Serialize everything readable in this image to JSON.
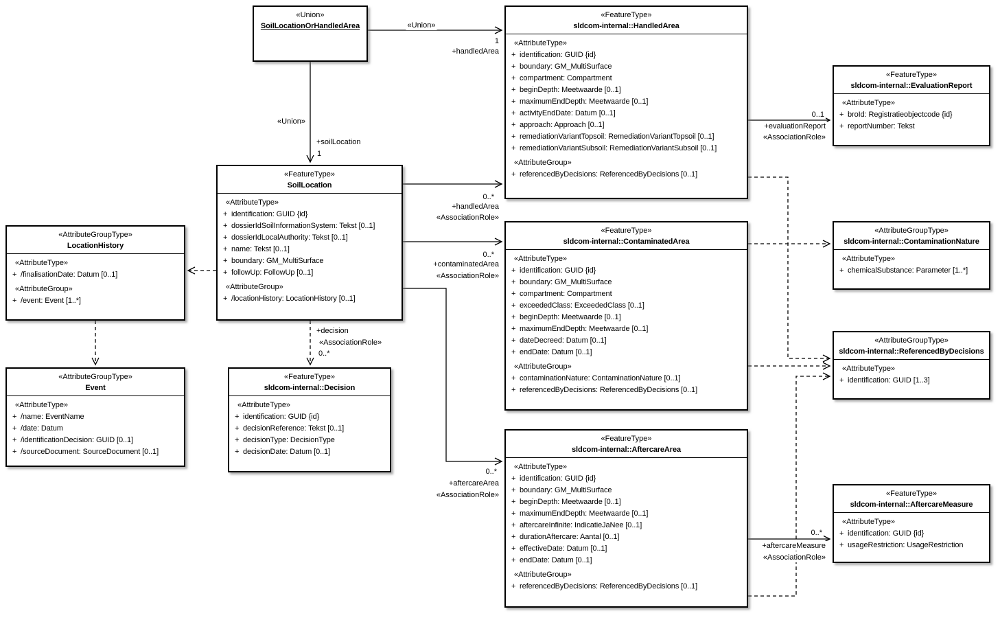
{
  "diagram": {
    "visibility_prefix": "+",
    "classes": [
      {
        "id": "soil-location-or-handled-area",
        "stereotype": "«Union»",
        "name": "SoilLocationOrHandledArea",
        "underline": true,
        "sections": []
      },
      {
        "id": "handled-area",
        "stereotype": "«FeatureType»",
        "name": "sldcom-internal::HandledArea",
        "sections": [
          {
            "header": "«AttributeType»",
            "rows": [
              "identification: GUID {id}",
              "boundary: GM_MultiSurface",
              "compartment: Compartment",
              "beginDepth: Meetwaarde [0..1]",
              "maximumEndDepth: Meetwaarde [0..1]",
              "activityEndDate: Datum [0..1]",
              "approach: Approach [0..1]",
              "remediationVariantTopsoil: RemediationVariantTopsoil [0..1]",
              "remediationVariantSubsoil: RemediationVariantSubsoil [0..1]"
            ]
          },
          {
            "header": "«AttributeGroup»",
            "rows": [
              "referencedByDecisions: ReferencedByDecisions [0..1]"
            ]
          }
        ]
      },
      {
        "id": "evaluation-report",
        "stereotype": "«FeatureType»",
        "name": "sldcom-internal::EvaluationReport",
        "sections": [
          {
            "header": "«AttributeType»",
            "rows": [
              "broId: Registratieobjectcode {id}",
              "reportNumber: Tekst"
            ]
          }
        ]
      },
      {
        "id": "soil-location",
        "stereotype": "«FeatureType»",
        "name": "SoilLocation",
        "sections": [
          {
            "header": "«AttributeType»",
            "rows": [
              "identification: GUID {id}",
              "dossierIdSoilInformationSystem: Tekst [0..1]",
              "dossierIdLocalAuthority: Tekst [0..1]",
              "name: Tekst [0..1]",
              "boundary: GM_MultiSurface",
              "followUp: FollowUp [0..1]"
            ]
          },
          {
            "header": "«AttributeGroup»",
            "rows": [
              "/locationHistory: LocationHistory [0..1]"
            ]
          }
        ]
      },
      {
        "id": "location-history",
        "stereotype": "«AttributeGroupType»",
        "name": "LocationHistory",
        "sections": [
          {
            "header": "«AttributeType»",
            "rows": [
              "/finalisationDate: Datum [0..1]"
            ]
          },
          {
            "header": "«AttributeGroup»",
            "rows": [
              "/event: Event [1..*]"
            ]
          }
        ]
      },
      {
        "id": "event",
        "stereotype": "«AttributeGroupType»",
        "name": "Event",
        "sections": [
          {
            "header": "«AttributeType»",
            "rows": [
              "/name: EventName",
              "/date: Datum",
              "/identificationDecision: GUID [0..1]",
              "/sourceDocument: SourceDocument [0..1]"
            ]
          }
        ]
      },
      {
        "id": "decision",
        "stereotype": "«FeatureType»",
        "name": "sldcom-internal::Decision",
        "sections": [
          {
            "header": "«AttributeType»",
            "rows": [
              "identification: GUID {id}",
              "decisionReference: Tekst [0..1]",
              "decisionType: DecisionType",
              "decisionDate: Datum [0..1]"
            ]
          }
        ]
      },
      {
        "id": "contaminated-area",
        "stereotype": "«FeatureType»",
        "name": "sldcom-internal::ContaminatedArea",
        "sections": [
          {
            "header": "«AttributeType»",
            "rows": [
              "identification: GUID {id}",
              "boundary: GM_MultiSurface",
              "compartment: Compartment",
              "exceededClass: ExceededClass [0..1]",
              "beginDepth: Meetwaarde [0..1]",
              "maximumEndDepth: Meetwaarde [0..1]",
              "dateDecreed: Datum [0..1]",
              "endDate: Datum [0..1]"
            ]
          },
          {
            "header": "«AttributeGroup»",
            "rows": [
              "contaminationNature: ContaminationNature [0..1]",
              "referencedByDecisions: ReferencedByDecisions [0..1]"
            ]
          }
        ]
      },
      {
        "id": "contamination-nature",
        "stereotype": "«AttributeGroupType»",
        "name": "sldcom-internal::ContaminationNature",
        "sections": [
          {
            "header": "«AttributeType»",
            "rows": [
              "chemicalSubstance: Parameter [1..*]"
            ]
          }
        ]
      },
      {
        "id": "referenced-by-decisions",
        "stereotype": "«AttributeGroupType»",
        "name": "sldcom-internal::ReferencedByDecisions",
        "sections": [
          {
            "header": "«AttributeType»",
            "rows": [
              "identification: GUID [1..3]"
            ]
          }
        ]
      },
      {
        "id": "aftercare-area",
        "stereotype": "«FeatureType»",
        "name": "sldcom-internal::AftercareArea",
        "sections": [
          {
            "header": "«AttributeType»",
            "rows": [
              "identification: GUID {id}",
              "boundary: GM_MultiSurface",
              "beginDepth: Meetwaarde [0..1]",
              "maximumEndDepth: Meetwaarde [0..1]",
              "aftercareInfinite: IndicatieJaNee [0..1]",
              "durationAftercare: Aantal [0..1]",
              "effectiveDate: Datum [0..1]",
              "endDate: Datum [0..1]"
            ]
          },
          {
            "header": "«AttributeGroup»",
            "rows": [
              "referencedByDecisions: ReferencedByDecisions [0..1]"
            ]
          }
        ]
      },
      {
        "id": "aftercare-measure",
        "stereotype": "«FeatureType»",
        "name": "sldcom-internal::AftercareMeasure",
        "sections": [
          {
            "header": "«AttributeType»",
            "rows": [
              "identification: GUID {id}",
              "usageRestriction: UsageRestriction"
            ]
          }
        ]
      }
    ],
    "edge_labels": [
      "«Union»",
      "1",
      "+handledArea",
      "«Union»",
      "+soilLocation",
      "1",
      "0..*",
      "+handledArea",
      "«AssociationRole»",
      "0..*",
      "+contaminatedArea",
      "«AssociationRole»",
      "0..*",
      "+aftercareArea",
      "«AssociationRole»",
      "+decision",
      "«AssociationRole»",
      "0..*",
      "0..1",
      "+evaluationReport",
      "«AssociationRole»",
      "0..*",
      "+aftercareMeasure",
      "«AssociationRole»"
    ]
  }
}
